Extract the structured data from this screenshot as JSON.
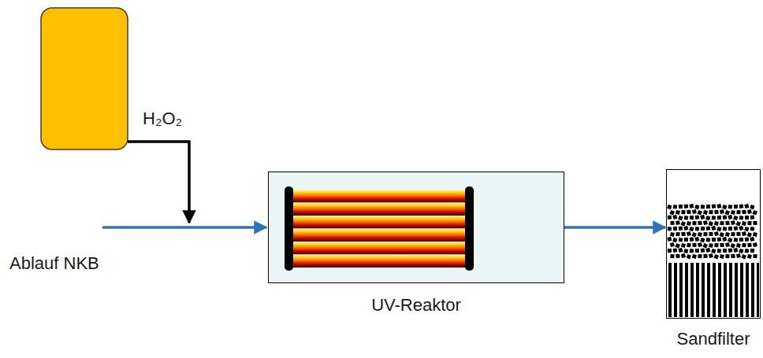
{
  "diagram": {
    "nodes": [
      {
        "text": [
          "UV-Reaktor"
        ]
      },
      {
        "text": [
          "Sandfilter"
        ]
      }
    ],
    "edges": [
      {
        "from": 0,
        "to": 1,
        "arrow": "to"
      }
    ],
    "labels": [
      "H₂O₂",
      "Ablauf NKB"
    ]
  }
}
